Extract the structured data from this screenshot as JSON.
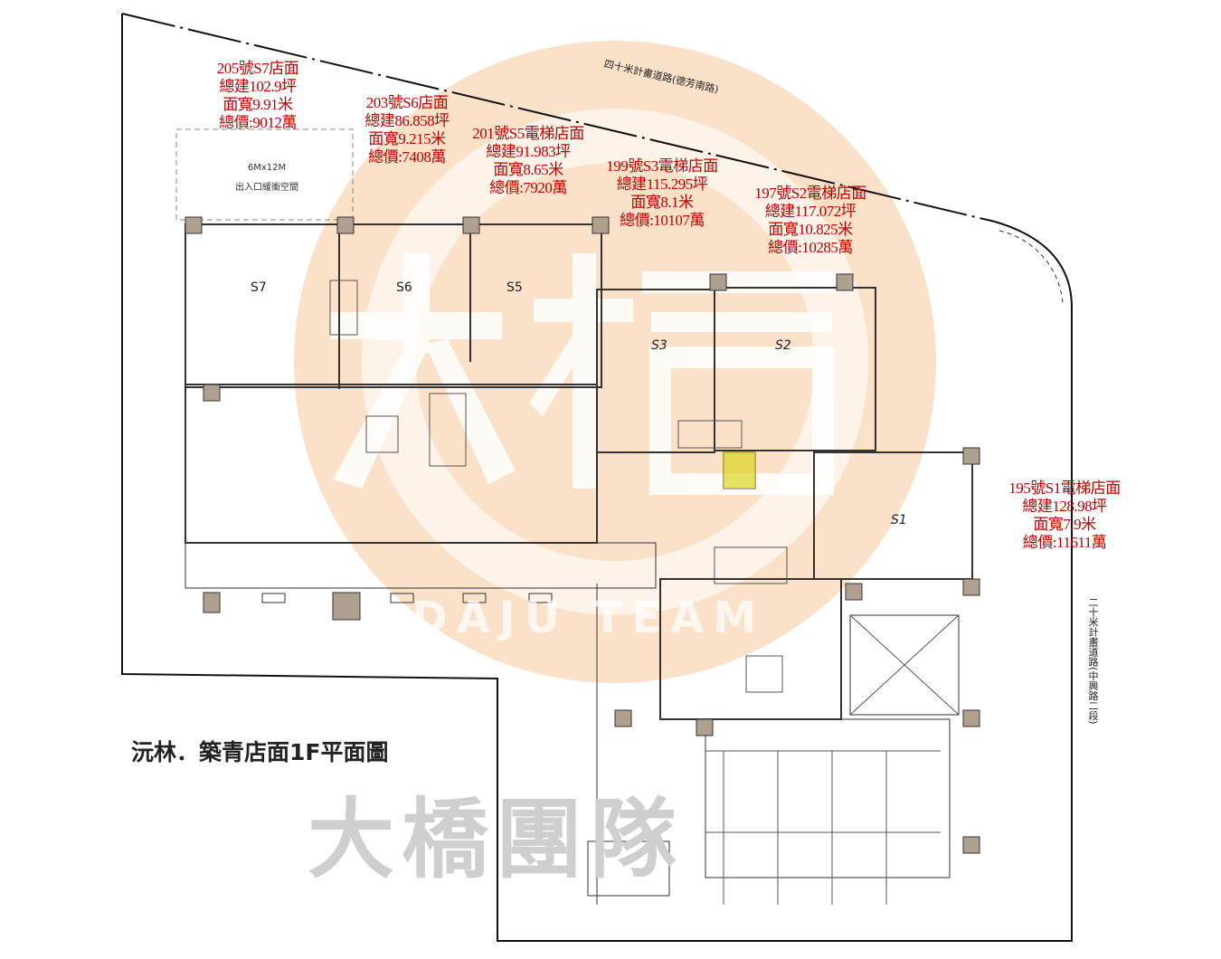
{
  "title": "沅林．築青店面1F平面圖",
  "roads": {
    "north": "四十米計畫道路(德芳南路)",
    "east": "二十米計畫道路(中興路二段)"
  },
  "buffer_space": {
    "size": "6Mx12M",
    "label": "出入口緩衝空間"
  },
  "rooms": [
    "S7",
    "S6",
    "S5",
    "S3",
    "S2",
    "S1"
  ],
  "shops": [
    {
      "name": "205號S7店面",
      "area": "總建102.9坪",
      "width": "面寬9.91米",
      "price": "總價:9012萬"
    },
    {
      "name": "203號S6店面",
      "area": "總建86.858坪",
      "width": "面寬9.215米",
      "price": "總價:7408萬"
    },
    {
      "name": "201號S5電梯店面",
      "area": "總建91.983坪",
      "width": "面寬8.65米",
      "price": "總價:7920萬"
    },
    {
      "name": "199號S3電梯店面",
      "area": "總建115.295坪",
      "width": "面寬8.1米",
      "price": "總價:10107萬"
    },
    {
      "name": "197號S2電梯店面",
      "area": "總建117.072坪",
      "width": "面寬10.825米",
      "price": "總價:10285萬"
    },
    {
      "name": "195號S1電梯店面",
      "area": "總建128.98坪",
      "width": "面寬7.9米",
      "price": "總價:11611萬"
    }
  ],
  "watermark": {
    "logo": "大橋",
    "team_en": "DAJU TEAM",
    "team_zh": "大橋團隊"
  },
  "colors": {
    "annotation": "#c00000",
    "watermark_circle": "#f6c89a"
  }
}
